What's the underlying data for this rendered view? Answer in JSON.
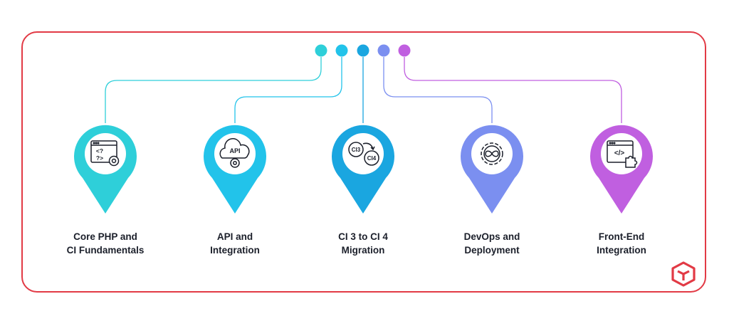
{
  "colors": {
    "frame": "#e23a45",
    "stage1": "#2ecfd9",
    "stage2": "#22c3ea",
    "stage3": "#1aa6e0",
    "stage4": "#7b8ff0",
    "stage5": "#c05fe0",
    "logo": "#e23a45"
  },
  "stages": [
    {
      "label_line1": "Core PHP and",
      "label_line2": "CI Fundamentals",
      "icon": "php-code-gear-icon",
      "icon_text_1": "<?",
      "icon_text_2": "?>"
    },
    {
      "label_line1": "API and",
      "label_line2": "Integration",
      "icon": "api-cloud-gear-icon",
      "icon_text_1": "API"
    },
    {
      "label_line1": "CI 3 to CI 4",
      "label_line2": "Migration",
      "icon": "migration-arrow-icon",
      "icon_text_1": "CI3",
      "icon_text_2": "CI4"
    },
    {
      "label_line1": "DevOps and",
      "label_line2": "Deployment",
      "icon": "devops-infinity-gear-icon"
    },
    {
      "label_line1": "Front-End",
      "label_line2": "Integration",
      "icon": "frontend-code-puzzle-icon",
      "icon_text_1": "</>"
    }
  ]
}
